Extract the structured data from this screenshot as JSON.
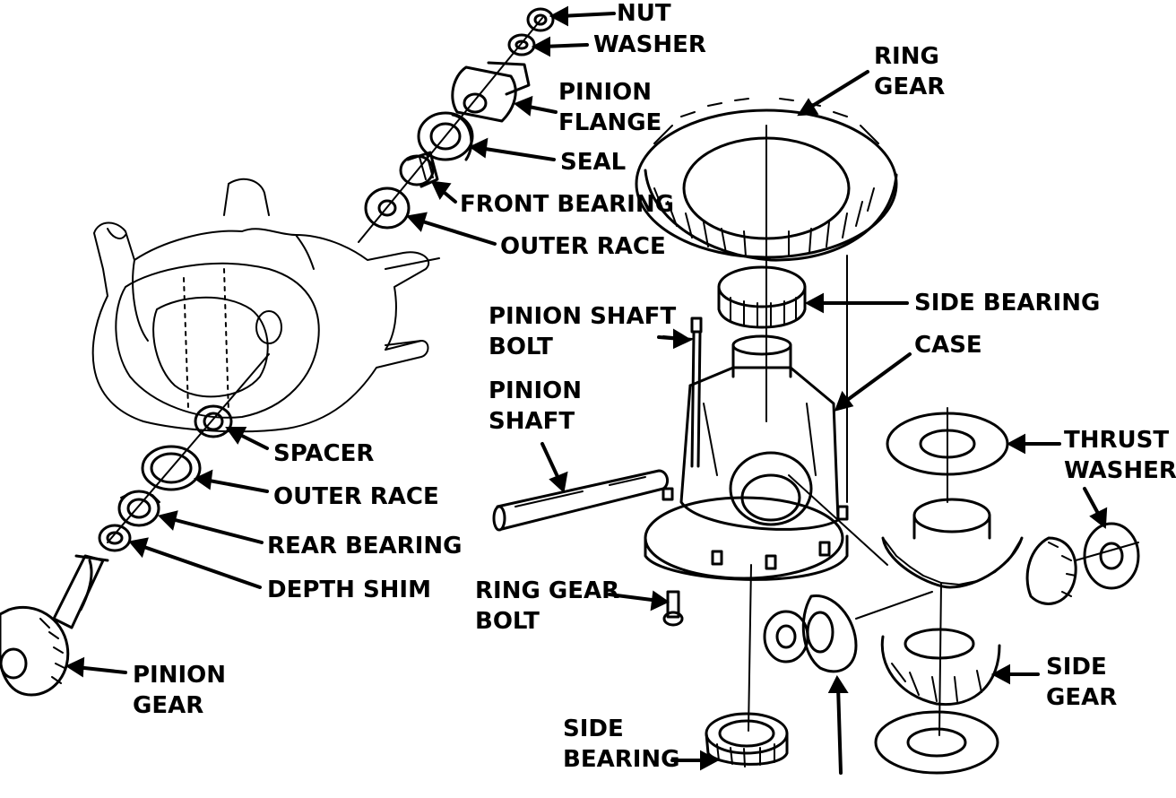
{
  "labels": {
    "nut": "NUT",
    "washer": "WASHER",
    "pinion_flange": [
      "PINION",
      "FLANGE"
    ],
    "seal": "SEAL",
    "front_bearing": "FRONT BEARING",
    "outer_race_top": "OUTER RACE",
    "ring_gear": [
      "RING",
      "GEAR"
    ],
    "side_bearing_top": "SIDE BEARING",
    "pinion_shaft_bolt": [
      "PINION SHAFT",
      "BOLT"
    ],
    "case": "CASE",
    "pinion_shaft": [
      "PINION",
      "SHAFT"
    ],
    "thrust_washer": [
      "THRUST",
      "WASHER"
    ],
    "spacer": "SPACER",
    "outer_race_bottom": "OUTER RACE",
    "rear_bearing": "REAR BEARING",
    "depth_shim": "DEPTH SHIM",
    "ring_gear_bolt": [
      "RING GEAR",
      "BOLT"
    ],
    "pinion_gear": [
      "PINION",
      "GEAR"
    ],
    "side_gear": [
      "SIDE",
      "GEAR"
    ],
    "side_bearing_bottom": [
      "SIDE",
      "BEARING"
    ]
  },
  "colors": {
    "ink": "#000000",
    "paper": "#ffffff"
  }
}
